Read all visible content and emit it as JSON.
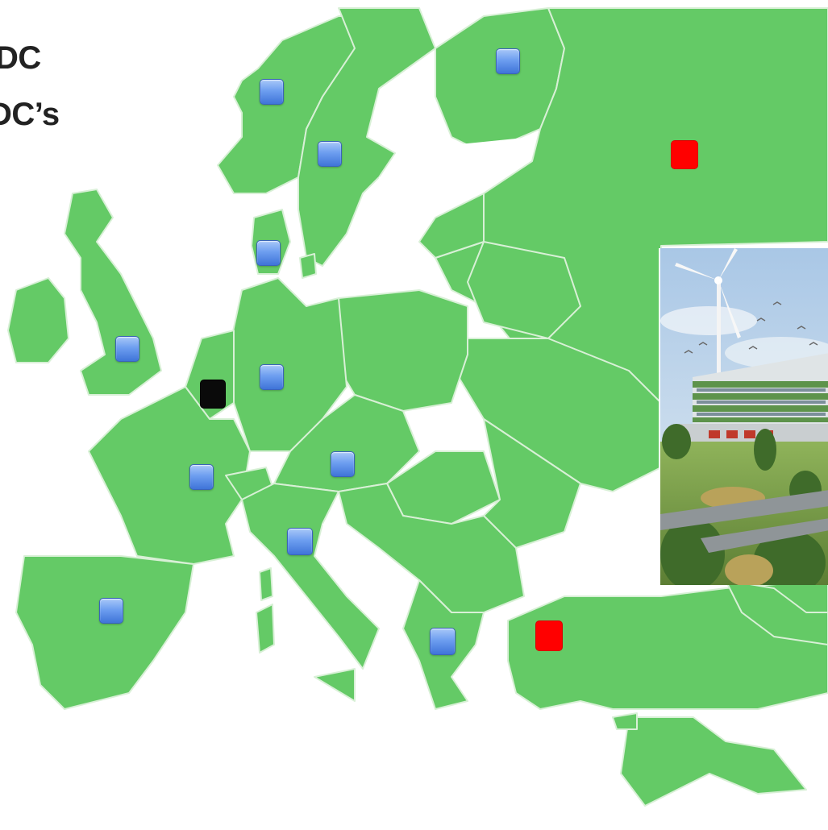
{
  "legend": {
    "line1": "DC",
    "line2": "DC’s"
  },
  "colors": {
    "land": "#64ca66",
    "border": "#d8f0d6",
    "sea": "#ffffff",
    "regional_marker": "#6d9ef0",
    "central_marker": "#0a0a0a",
    "planned_marker": "#ff0000"
  },
  "markers": [
    {
      "id": "norway",
      "kind": "regional"
    },
    {
      "id": "sweden",
      "kind": "regional"
    },
    {
      "id": "finland",
      "kind": "regional"
    },
    {
      "id": "russia",
      "kind": "planned"
    },
    {
      "id": "denmark",
      "kind": "regional"
    },
    {
      "id": "united-kingdom",
      "kind": "regional"
    },
    {
      "id": "belgium",
      "kind": "central"
    },
    {
      "id": "germany",
      "kind": "regional"
    },
    {
      "id": "france",
      "kind": "regional"
    },
    {
      "id": "austria",
      "kind": "regional"
    },
    {
      "id": "italy",
      "kind": "regional"
    },
    {
      "id": "spain",
      "kind": "regional"
    },
    {
      "id": "greece",
      "kind": "regional"
    },
    {
      "id": "turkey",
      "kind": "planned"
    }
  ],
  "photo": {
    "subject": "green-warehouse-with-wind-turbine"
  }
}
